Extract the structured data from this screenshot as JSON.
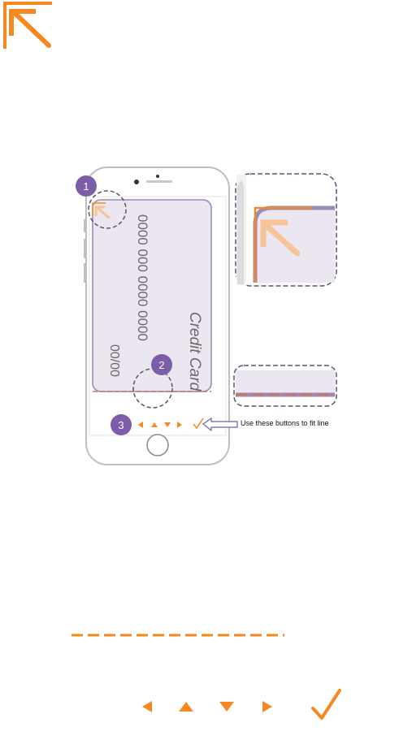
{
  "colors": {
    "accent": "#f5891f",
    "accent_light": "#f7c49a",
    "purple": "#7b5ea7",
    "purple_light": "#ece6f0",
    "phone_outline": "#bfbfbf",
    "dashed": "#555577"
  },
  "illustration": {
    "card_number": "0000 000 0000 0000",
    "card_label": "Credit Card",
    "card_expiry": "00/00",
    "steps": [
      {
        "number": "1"
      },
      {
        "number": "2"
      },
      {
        "number": "3"
      }
    ],
    "callout": "Use these buttons to fit line"
  },
  "controls": {
    "left_icon": "arrow-left-icon",
    "up_icon": "arrow-up-icon",
    "down_icon": "arrow-down-icon",
    "right_icon": "arrow-right-icon",
    "confirm_icon": "checkmark-icon"
  }
}
